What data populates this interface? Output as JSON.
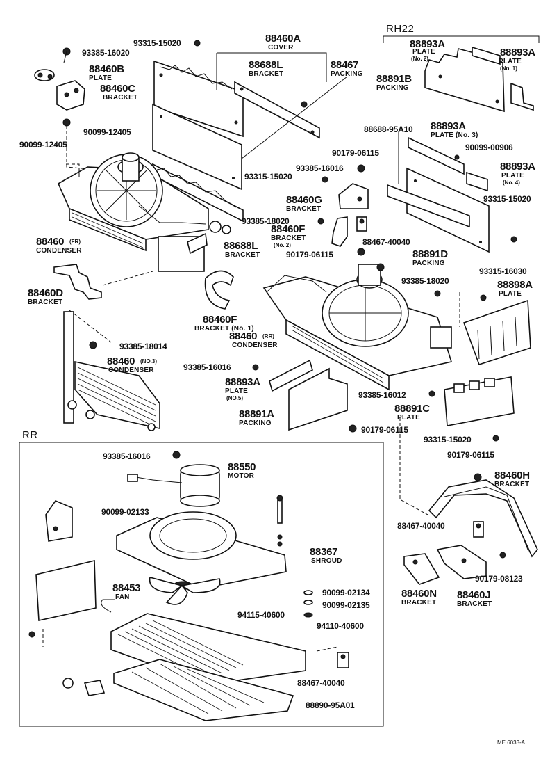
{
  "sections": {
    "rh22": "RH22",
    "rr": "RR"
  },
  "labels": {
    "p93315_15020_a": "93315-15020",
    "p93385_16020": "93385-16020",
    "p88460A": "88460A",
    "p88460A_name": "COVER",
    "p88460B": "88460B",
    "p88460B_name": "PLATE",
    "p88688L_top": "88688L",
    "p88688L_top_name": "BRACKET",
    "p88467": "88467",
    "p88467_name": "PACKING",
    "p88460C": "88460C",
    "p88460C_name": "BRACKET",
    "p90099_12405_a": "90099-12405",
    "p90099_12405_b": "90099-12405",
    "p88893A_no2": "88893A",
    "p88893A_no2_name": "PLATE",
    "p88893A_no2_sub": "(No. 2)",
    "p88893A_no1": "88893A",
    "p88893A_no1_name": "PLATE",
    "p88893A_no1_sub": "(No. 1)",
    "p88891B": "88891B",
    "p88891B_name": "PACKING",
    "p88688_95A10": "88688-95A10",
    "p88893A_no3": "88893A",
    "p88893A_no3_name": "PLATE (No. 3)",
    "p90179_06115_a": "90179-06115",
    "p90099_00906": "90099-00906",
    "p93385_16016_a": "93385-16016",
    "p88893A_no4": "88893A",
    "p88893A_no4_name": "PLATE",
    "p88893A_no4_sub": "(No. 4)",
    "p93315_15020_b": "93315-15020",
    "p93315_15020_c": "93315-15020",
    "p88460G": "88460G",
    "p88460G_name": "BRACKET",
    "p93385_18020_a": "93385-18020",
    "p88460F_a": "88460F",
    "p88460F_a_name": "BRACKET",
    "p88460F_a_sub": "(No. 2)",
    "p88467_40040_a": "88467-40040",
    "p88460_fr": "88460",
    "p88460_fr_sub": "(FR)",
    "p88460_fr_name": "CONDENSER",
    "p88688L_b": "88688L",
    "p88688L_b_name": "BRACKET",
    "p90179_06115_b": "90179-06115",
    "p88891D": "88891D",
    "p88891D_name": "PACKING",
    "p93315_16030": "93315-16030",
    "p88460D": "88460D",
    "p88460D_name": "BRACKET",
    "p93385_18020_b": "93385-18020",
    "p88898A": "88898A",
    "p88898A_name": "PLATE",
    "p88460F_b": "88460F",
    "p88460F_b_name": "BRACKET (No. 1)",
    "p88460_rr": "88460",
    "p88460_rr_sub": "(RR)",
    "p88460_rr_name": "CONDENSER",
    "p93385_18014": "93385-18014",
    "p88460_no3": "88460",
    "p88460_no3_sub": "(NO.3)",
    "p88460_no3_name": "CONDENSER",
    "p93385_16016_b": "93385-16016",
    "p88893A_no5": "88893A",
    "p88893A_no5_name": "PLATE",
    "p88893A_no5_sub": "(NO.5)",
    "p93385_16012": "93385-16012",
    "p88891C": "88891C",
    "p88891C_name": "PLATE",
    "p88891A": "88891A",
    "p88891A_name": "PACKING",
    "p90179_06115_c": "90179-06115",
    "p93315_15020_d": "93315-15020",
    "p93385_16016_c": "93385-16016",
    "p88550": "88550",
    "p88550_name": "MOTOR",
    "p90179_06115_d": "90179-06115",
    "p88460H": "88460H",
    "p88460H_name": "BRACKET",
    "p90099_02133": "90099-02133",
    "p88367": "88367",
    "p88367_name": "SHROUD",
    "p88467_40040_b": "88467-40040",
    "p88453": "88453",
    "p88453_name": "FAN",
    "p90099_02134": "90099-02134",
    "p90099_02135": "90099-02135",
    "p94115_40600": "94115-40600",
    "p94110_40600": "94110-40600",
    "p90179_08123": "90179-08123",
    "p88460N": "88460N",
    "p88460N_name": "BRACKET",
    "p88460J": "88460J",
    "p88460J_name": "BRACKET",
    "p88467_40040_c": "88467-40040",
    "p88890_95A01": "88890-95A01",
    "drawing_code": "ME 6033-A"
  }
}
